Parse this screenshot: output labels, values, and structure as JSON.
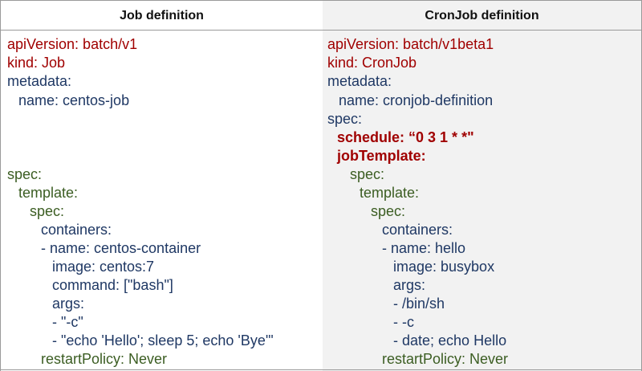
{
  "columns": {
    "left_header": "Job definition",
    "right_header": "CronJob definition"
  },
  "colors": {
    "red": "#a00000",
    "blue": "#1f3864",
    "green": "#3b5d22",
    "black": "#222222",
    "header_right_bg": "#f2f2f2"
  },
  "job": {
    "apiVersion": "apiVersion: batch/v1",
    "kind": "kind: Job",
    "metadata": "metadata:",
    "name": "name: centos-job",
    "spec": "spec:",
    "template": "template:",
    "spec2": "spec:",
    "containers": "containers:",
    "container_name": "- name: centos-container",
    "image": "image: centos:7",
    "command": "command: [\"bash\"]",
    "args": "args:",
    "arg1": "- \"-c\"",
    "arg2": "- \"echo 'Hello'; sleep 5; echo 'Bye'\"",
    "restartPolicy": "restartPolicy: Never"
  },
  "cronjob": {
    "apiVersion": "apiVersion: batch/v1beta1",
    "kind": "kind: CronJob",
    "metadata": "metadata:",
    "name": "name: cronjob-definition",
    "spec": "spec:",
    "schedule": "schedule: “0 3 1 * *\"",
    "jobTemplate": "jobTemplate:",
    "spec2": "spec:",
    "template": "template:",
    "spec3": "spec:",
    "containers": "containers:",
    "container_name": "- name: hello",
    "image": "image: busybox",
    "args": "args:",
    "arg1": "- /bin/sh",
    "arg2": "- -c",
    "arg3": "- date; echo Hello",
    "restartPolicy": "restartPolicy: Never"
  }
}
